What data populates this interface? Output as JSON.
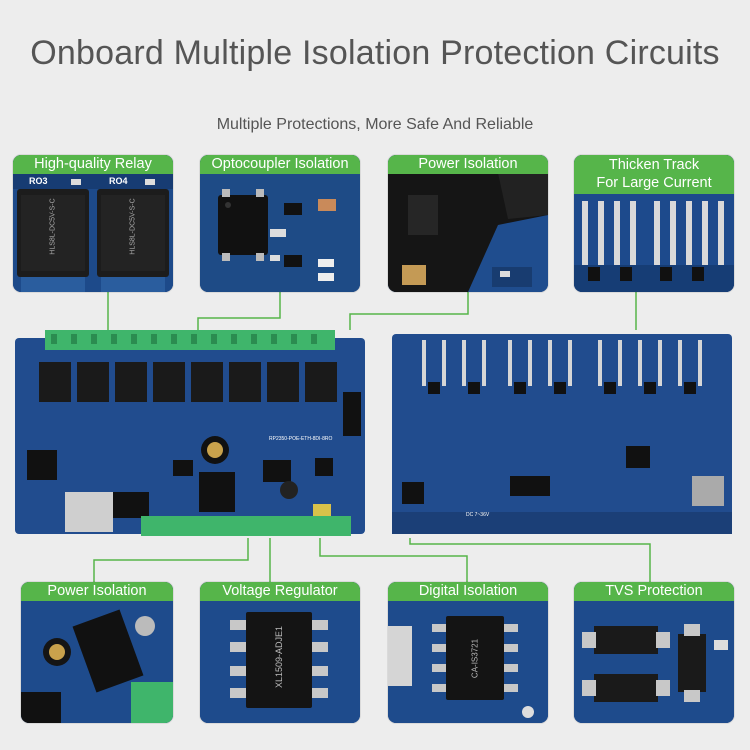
{
  "title": "Onboard Multiple Isolation Protection Circuits",
  "subtitle": "Multiple Protections, More Safe And Reliable",
  "top_cards": [
    {
      "label": "High-quality Relay",
      "relay_markings": [
        "RO3",
        "RO4"
      ],
      "relay_text": "HLS8L-DC5V-S-C"
    },
    {
      "label": "Optocoupler Isolation"
    },
    {
      "label": "Power Isolation"
    },
    {
      "label_line1": "Thicken Track",
      "label_line2": "For Large Current"
    }
  ],
  "bottom_cards": [
    {
      "label": "Power Isolation"
    },
    {
      "label": "Voltage Regulator",
      "chip_text": "XL1509-ADJE1"
    },
    {
      "label": "Digital Isolation",
      "chip_text": "CA-IS3721"
    },
    {
      "label": "TVS Protection"
    }
  ],
  "board": {
    "silkscreen": "RP2350-POE-ETH-8DI-8RO",
    "power_label": "DC 7~36V"
  },
  "colors": {
    "accent_green": "#56b54a",
    "pcb_blue": "#1d3f7a",
    "terminal_green": "#3fb56b",
    "background": "#ededed"
  }
}
